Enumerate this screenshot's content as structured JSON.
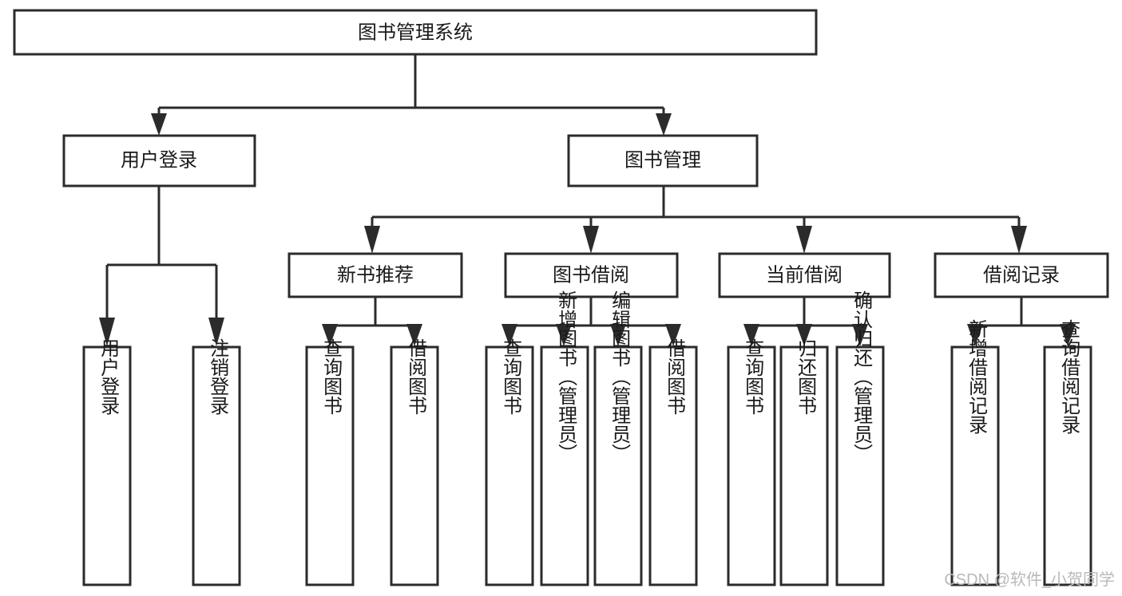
{
  "diagram": {
    "kind": "tree-structure-chart",
    "root": {
      "id": "root",
      "label": "图书管理系统"
    },
    "level2": [
      {
        "id": "user-login",
        "label": "用户登录"
      },
      {
        "id": "book-manage",
        "label": "图书管理"
      }
    ],
    "level3": [
      {
        "id": "new-book-rec",
        "label": "新书推荐",
        "parent": "book-manage"
      },
      {
        "id": "book-borrow",
        "label": "图书借阅",
        "parent": "book-manage"
      },
      {
        "id": "current-borrow",
        "label": "当前借阅",
        "parent": "book-manage"
      },
      {
        "id": "borrow-record",
        "label": "借阅记录",
        "parent": "book-manage"
      }
    ],
    "leaves": {
      "user-login": [
        {
          "id": "leaf-user-login",
          "label": "用户登录"
        },
        {
          "id": "leaf-logout",
          "label": "注销登录"
        }
      ],
      "new-book-rec": [
        {
          "id": "leaf-query-book-1",
          "label": "查询图书"
        },
        {
          "id": "leaf-borrow-book-1",
          "label": "借阅图书"
        }
      ],
      "book-borrow": [
        {
          "id": "leaf-query-book-2",
          "label": "查询图书"
        },
        {
          "id": "leaf-add-book",
          "label": "新增图书（管理员）"
        },
        {
          "id": "leaf-edit-book",
          "label": "编辑图书（管理员）"
        },
        {
          "id": "leaf-borrow-book-2",
          "label": "借阅图书"
        }
      ],
      "current-borrow": [
        {
          "id": "leaf-query-book-3",
          "label": "查询图书"
        },
        {
          "id": "leaf-return-book",
          "label": "归还图书"
        },
        {
          "id": "leaf-confirm-return",
          "label": "确认归还（管理员）"
        }
      ],
      "borrow-record": [
        {
          "id": "leaf-add-record",
          "label": "新增借阅记录"
        },
        {
          "id": "leaf-query-record",
          "label": "查询借阅记录"
        }
      ]
    }
  },
  "watermark": {
    "text": "CSDN @软件_小贺同学"
  },
  "colors": {
    "box_stroke": "#2b2b2b",
    "box_fill": "#ffffff",
    "text": "#1a1a1a",
    "connector": "#2b2b2b",
    "watermark": "#b9b9b9",
    "background": "#ffffff"
  }
}
